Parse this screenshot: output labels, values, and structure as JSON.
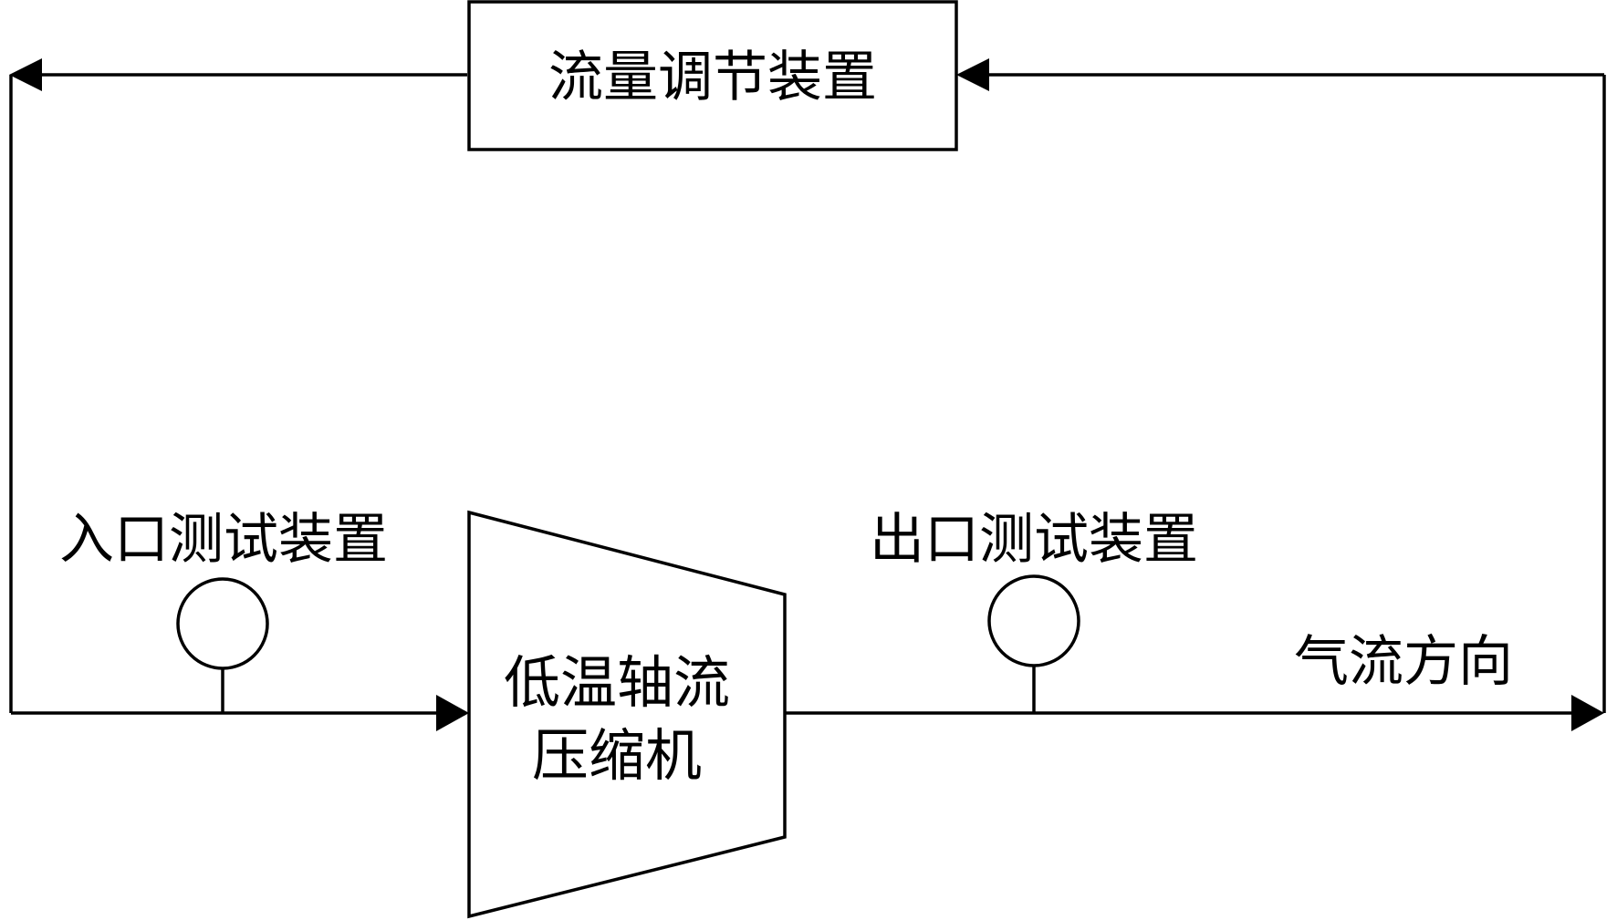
{
  "flow_regulator": {
    "label": "流量调节装置"
  },
  "inlet_test": {
    "label": "入口测试装置"
  },
  "outlet_test": {
    "label": "出口测试装置"
  },
  "compressor": {
    "line1": "低温轴流",
    "line2": "压缩机"
  },
  "airflow_direction": {
    "label": "气流方向"
  },
  "colors": {
    "stroke": "#000000",
    "background": "#ffffff"
  }
}
